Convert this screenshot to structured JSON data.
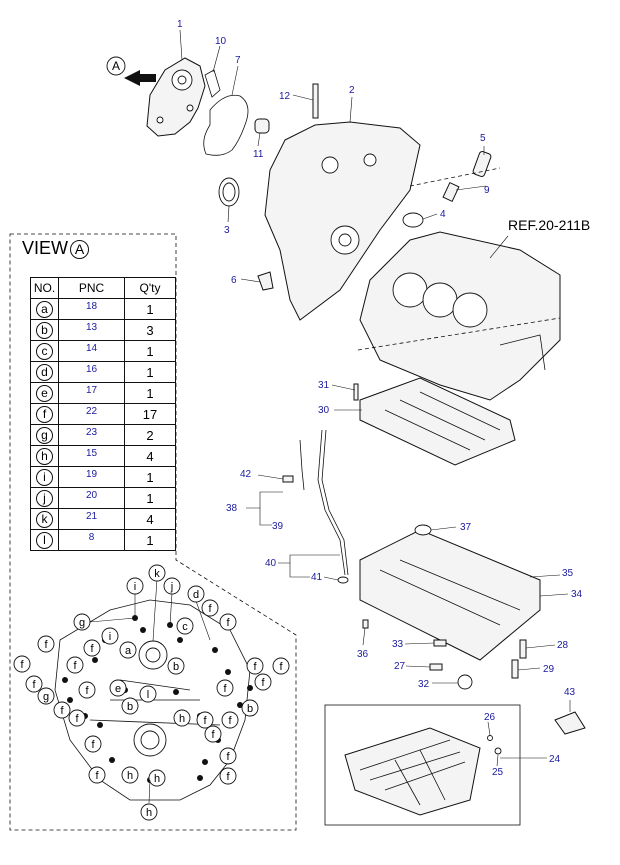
{
  "view_label": "VIEW",
  "view_letter": "A",
  "arrow_letter": "A",
  "ref_label": "REF.20-211B",
  "table": {
    "headers": [
      "NO.",
      "PNC",
      "Q'ty"
    ],
    "rows": [
      {
        "no": "a",
        "pnc": "18",
        "qty": "1"
      },
      {
        "no": "b",
        "pnc": "13",
        "qty": "3"
      },
      {
        "no": "c",
        "pnc": "14",
        "qty": "1"
      },
      {
        "no": "d",
        "pnc": "16",
        "qty": "1"
      },
      {
        "no": "e",
        "pnc": "17",
        "qty": "1"
      },
      {
        "no": "f",
        "pnc": "22",
        "qty": "17"
      },
      {
        "no": "g",
        "pnc": "23",
        "qty": "2"
      },
      {
        "no": "h",
        "pnc": "15",
        "qty": "4"
      },
      {
        "no": "i",
        "pnc": "19",
        "qty": "1"
      },
      {
        "no": "j",
        "pnc": "20",
        "qty": "1"
      },
      {
        "no": "k",
        "pnc": "21",
        "qty": "4"
      },
      {
        "no": "l",
        "pnc": "8",
        "qty": "1"
      }
    ]
  },
  "part_numbers": [
    "1",
    "2",
    "3",
    "4",
    "5",
    "6",
    "7",
    "9",
    "10",
    "11",
    "12",
    "24",
    "25",
    "26",
    "27",
    "28",
    "29",
    "30",
    "31",
    "32",
    "33",
    "34",
    "35",
    "36",
    "37",
    "38",
    "39",
    "40",
    "41",
    "42",
    "43"
  ],
  "bolt_letters": [
    "a",
    "b",
    "c",
    "d",
    "e",
    "f",
    "g",
    "h",
    "i",
    "j",
    "k",
    "l"
  ]
}
